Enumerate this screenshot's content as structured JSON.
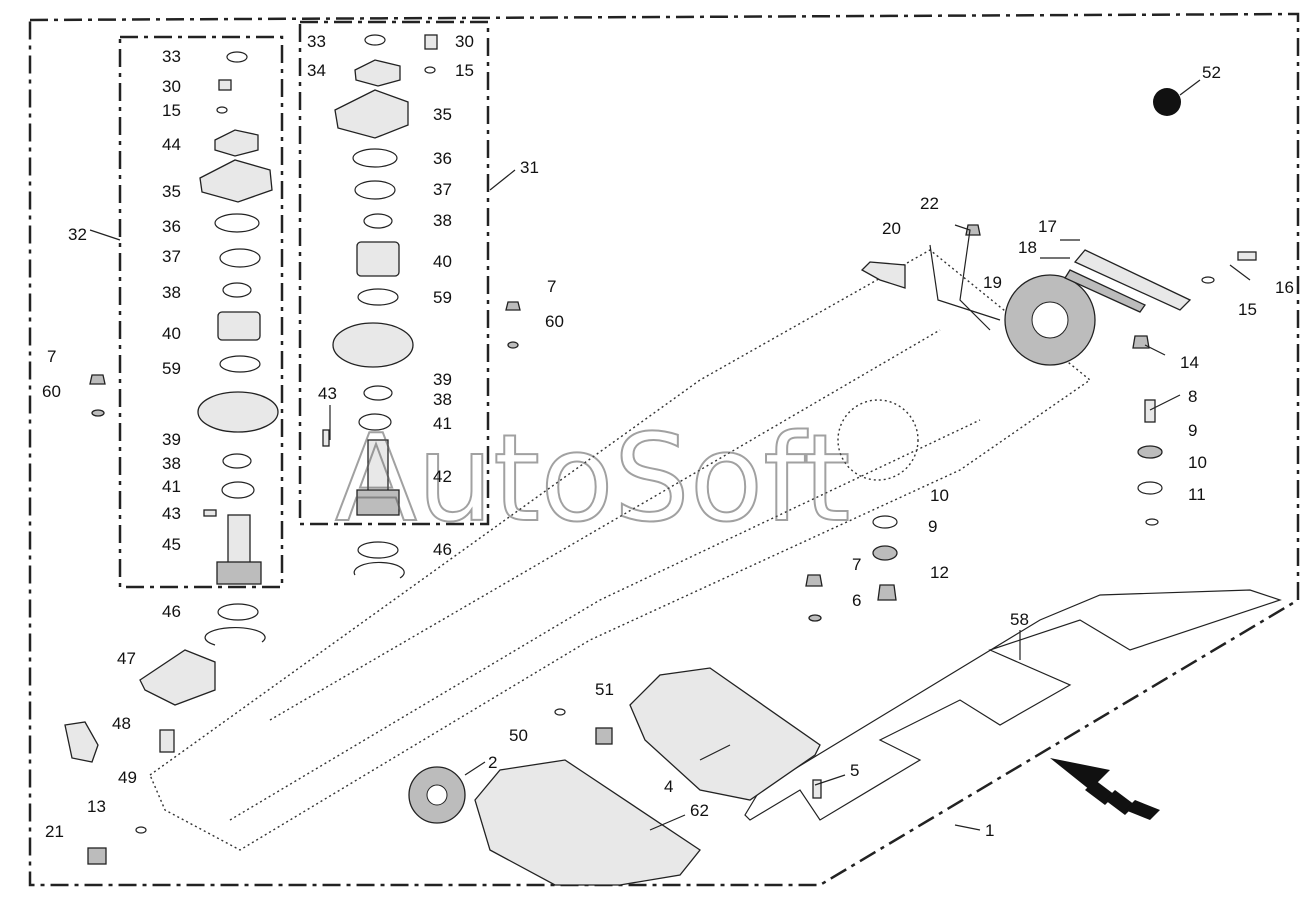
{
  "watermark": "AutoSoft",
  "callouts": [
    "1",
    "2",
    "4",
    "5",
    "6",
    "7",
    "7",
    "7",
    "8",
    "9",
    "9",
    "10",
    "10",
    "11",
    "12",
    "13",
    "14",
    "15",
    "15",
    "15",
    "16",
    "17",
    "18",
    "19",
    "20",
    "21",
    "22",
    "30",
    "30",
    "31",
    "32",
    "33",
    "33",
    "34",
    "35",
    "35",
    "36",
    "36",
    "37",
    "37",
    "38",
    "38",
    "38",
    "38",
    "39",
    "39",
    "40",
    "40",
    "41",
    "41",
    "42",
    "43",
    "43",
    "44",
    "45",
    "46",
    "46",
    "47",
    "48",
    "49",
    "50",
    "51",
    "52",
    "58",
    "59",
    "59",
    "60",
    "60",
    "62"
  ],
  "colors": {
    "ink": "#222222",
    "fill": "#e8e8e8",
    "dark_fill": "#bcbcbc",
    "marker": "#111111"
  },
  "icons": [
    "direction-arrow-icon",
    "rotation-arrow-icon",
    "black-dot-marker-icon"
  ]
}
